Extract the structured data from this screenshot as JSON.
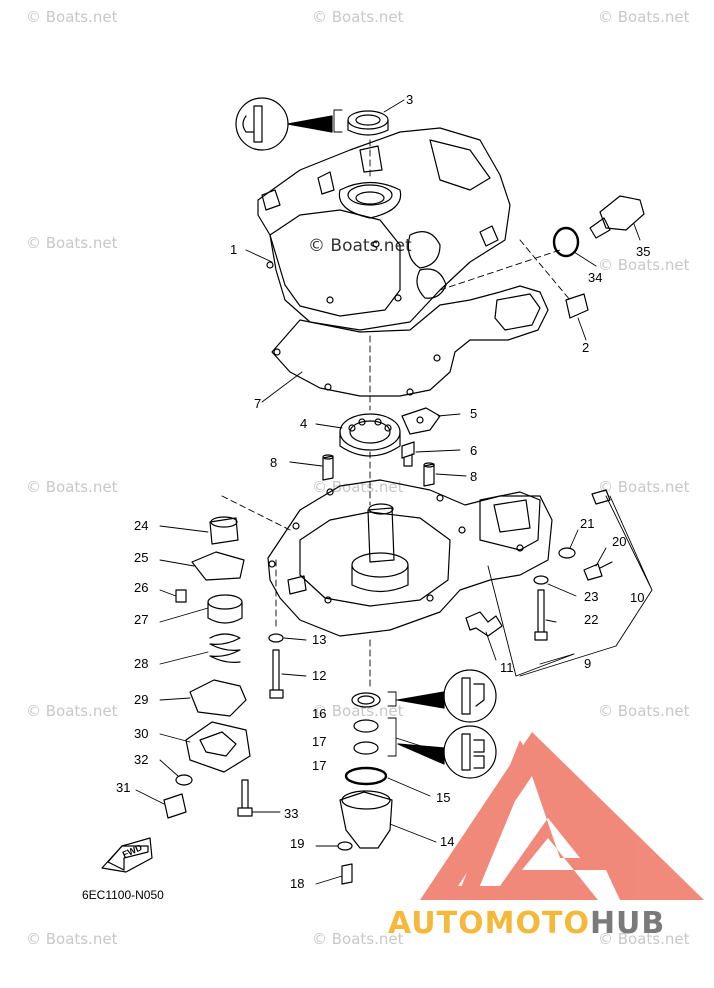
{
  "watermark": "© Boats.net",
  "diagram_code": "6EC1100-N050",
  "fwd_label": "FWD",
  "logo": {
    "part1": "AUTO",
    "part2": "MOTO",
    "part3": "HUB",
    "triangle_color": "#f08070",
    "text_color_accent": "#f4b83a",
    "text_color_dark": "#7a7a7a"
  },
  "callouts": [
    "1",
    "2",
    "3",
    "4",
    "5",
    "6",
    "7",
    "8",
    "8",
    "9",
    "10",
    "11",
    "12",
    "13",
    "14",
    "15",
    "16",
    "17",
    "17",
    "18",
    "19",
    "20",
    "21",
    "22",
    "23",
    "24",
    "25",
    "26",
    "27",
    "28",
    "29",
    "30",
    "31",
    "32",
    "33",
    "34",
    "35"
  ]
}
